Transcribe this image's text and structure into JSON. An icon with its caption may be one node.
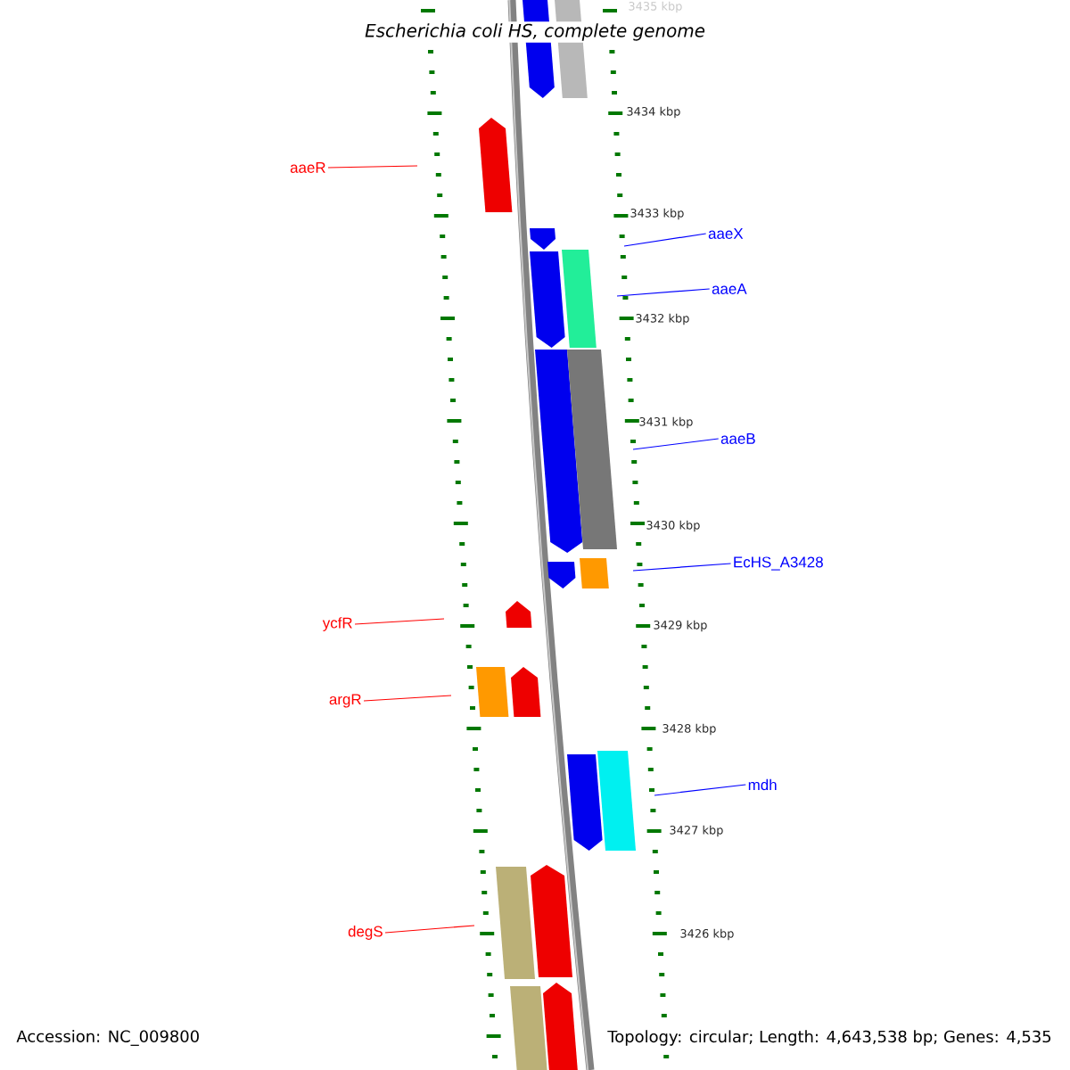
{
  "diagram": {
    "title": "Escherichia coli HS, complete genome",
    "nodes": [
      {
        "text": [
          "aaeR"
        ]
      },
      {
        "text": [
          "aaeX"
        ]
      },
      {
        "text": [
          "aaeA"
        ]
      },
      {
        "text": [
          "aaeB"
        ]
      },
      {
        "text": [
          "EcHS_A3428"
        ]
      },
      {
        "text": [
          "ycfR"
        ]
      },
      {
        "text": [
          "argR"
        ]
      },
      {
        "text": [
          "mdh"
        ]
      },
      {
        "text": [
          "degS"
        ]
      }
    ],
    "edges": [
      {
        "from": 0,
        "to": null,
        "arrow": "none",
        "color": "#ff0000"
      },
      {
        "from": 1,
        "to": null,
        "arrow": "none"
      },
      {
        "from": 2,
        "to": null,
        "arrow": "none"
      },
      {
        "from": 3,
        "to": null,
        "arrow": "none"
      },
      {
        "from": 4,
        "to": null,
        "arrow": "none"
      },
      {
        "from": 5,
        "to": null,
        "arrow": "none",
        "color": "#ff0000"
      },
      {
        "from": 6,
        "to": null,
        "arrow": "none",
        "color": "#ff0000"
      },
      {
        "from": 7,
        "to": null,
        "arrow": "none"
      },
      {
        "from": 8,
        "to": null,
        "arrow": "none",
        "color": "#ff0000"
      }
    ],
    "labels": [
      "3435 kbp",
      "3434 kbp",
      "3433 kbp",
      "3432 kbp",
      "3431 kbp",
      "3430 kbp",
      "3429 kbp",
      "3428 kbp",
      "3427 kbp",
      "3426 kbp",
      "Accession: NC_009800",
      "Topology: circular; Length: 4,643,538 bp; Genes: 4,535"
    ]
  }
}
